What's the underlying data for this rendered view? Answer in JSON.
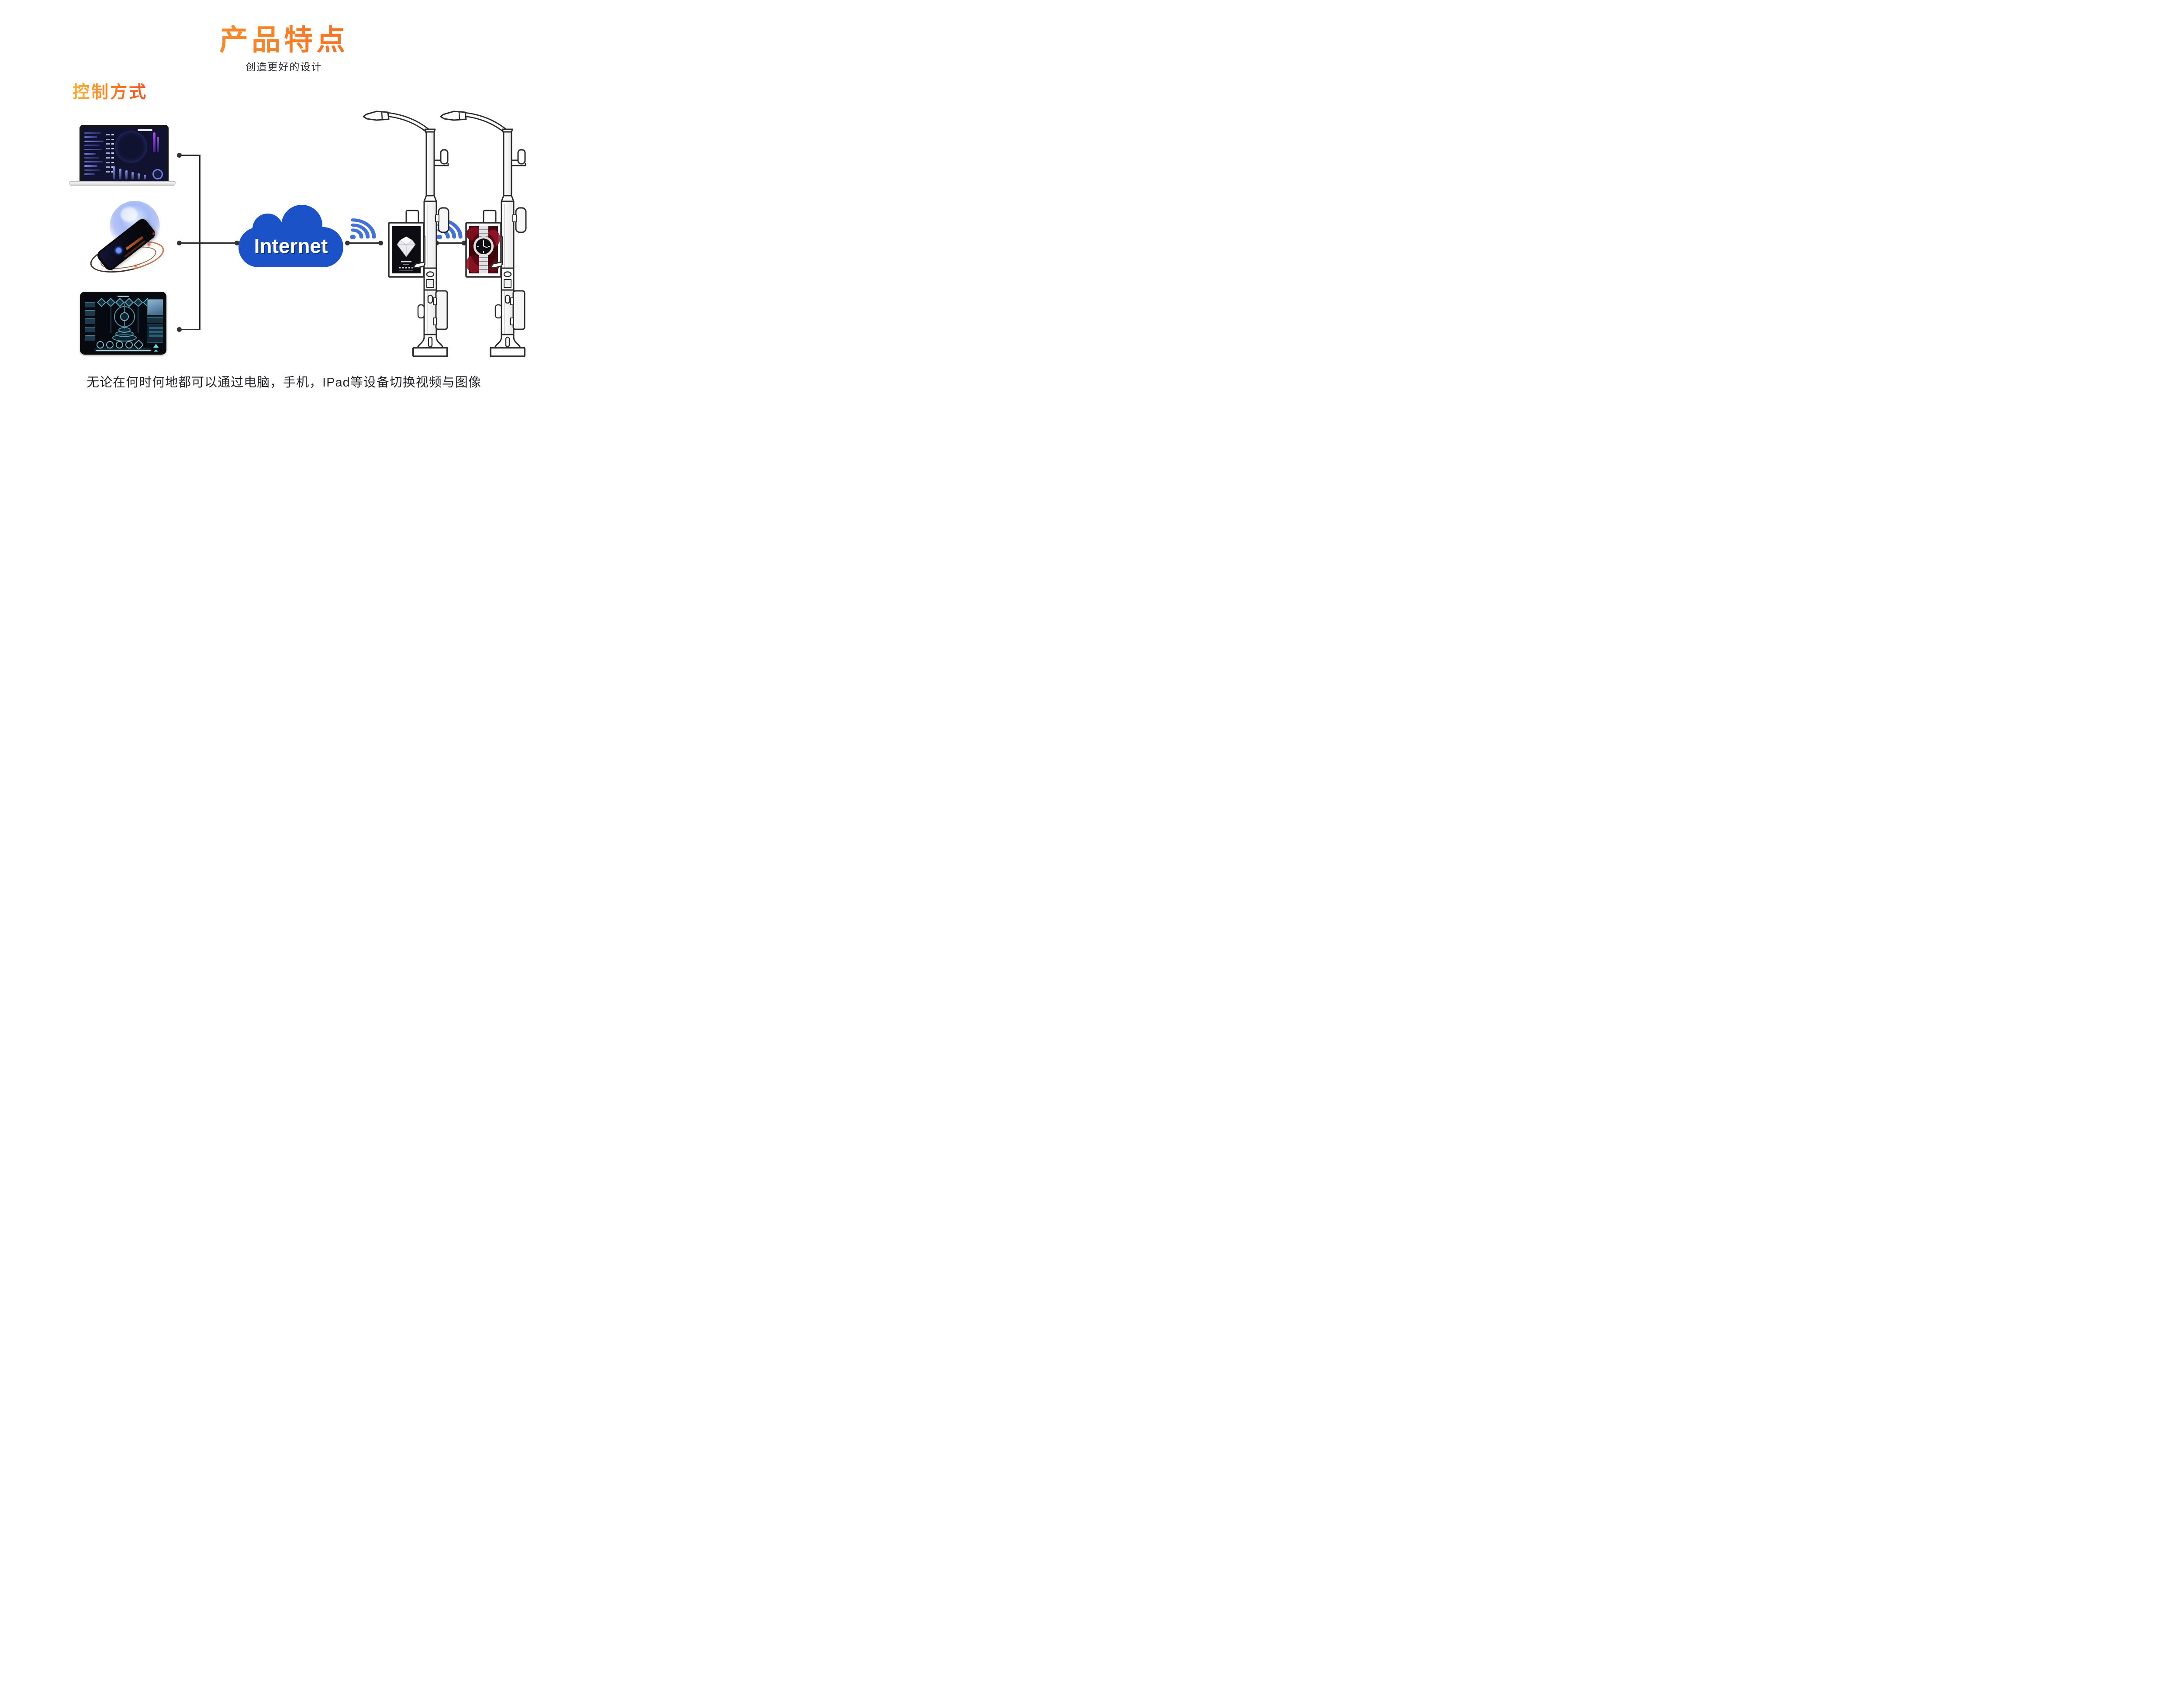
{
  "header": {
    "title": "产品特点",
    "subtitle": "创造更好的设计"
  },
  "section": {
    "heading": "控制方式"
  },
  "diagram": {
    "cloud_label": "Internet",
    "devices": [
      {
        "name": "laptop-dashboard"
      },
      {
        "name": "smartphone-hologram"
      },
      {
        "name": "tablet-hud"
      }
    ],
    "poles": [
      {
        "name": "smart-lamppost",
        "screen_content": "diamond-advertisement"
      },
      {
        "name": "smart-lamppost",
        "screen_content": "watch-advertisement"
      }
    ],
    "icons": {
      "wifi": "wifi-signal-icon",
      "cloud": "internet-cloud"
    },
    "colors": {
      "title_gradient_start": "#FCAB2E",
      "title_gradient_end": "#F3541E",
      "cloud_blue": "#1B52C8",
      "wifi_blue": "#4472D9",
      "connector_line": "#2D2D2D",
      "pole_outline": "#2B2B2B",
      "subtitle_text": "#2B2B33",
      "footer_text": "#222228"
    }
  },
  "footer": {
    "text": "无论在何时何地都可以通过电脑，手机，IPad等设备切换视频与图像"
  }
}
